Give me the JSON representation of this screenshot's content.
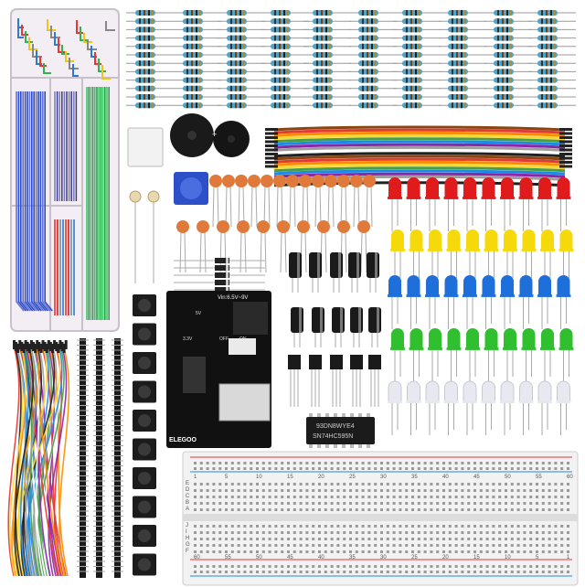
{
  "image": {
    "description_items": [
      {
        "name": "resistor-strips",
        "rows": 12,
        "columns": 10
      },
      {
        "name": "component-box"
      },
      {
        "name": "jumper-wire-bundle"
      },
      {
        "name": "pin-headers",
        "count": 3
      },
      {
        "name": "push-buttons",
        "count": 10
      },
      {
        "name": "power-module"
      },
      {
        "name": "ribbon-jumper-cable"
      },
      {
        "name": "leds",
        "colors": [
          "#e01b1b",
          "#f5d90a",
          "#1e6fd9",
          "#2fbf2f",
          "#e8e8f0"
        ],
        "per_row": 10
      },
      {
        "name": "breadboard"
      }
    ],
    "colors": {
      "resistor_body": "#4fa3c7",
      "ribbon": [
        "#8b4513",
        "#e53935",
        "#fb8c00",
        "#fdd835",
        "#43a047",
        "#1e88e5",
        "#8e24aa",
        "#9e9e9e",
        "#ffffff",
        "#212121"
      ],
      "capacitor": "#e07a3a",
      "module_board": "#111111",
      "breadboard": "#f2f2f2"
    }
  },
  "labels": {
    "buzzer_text": "+",
    "module_vin": "Vin:6.5V~9V",
    "module_brand": "ELEGOO",
    "module_5v": "5V",
    "module_3v3": "3.3V",
    "module_off": "OFF",
    "module_on": "ON",
    "chip_line1": "93DN8WYE4",
    "chip_line2": "SN74HC595N",
    "bb_top_numbers": [
      "1",
      "5",
      "10",
      "15",
      "20",
      "25",
      "30",
      "35",
      "40",
      "45",
      "50",
      "55",
      "60"
    ],
    "bb_bottom_numbers": [
      "60",
      "55",
      "50",
      "45",
      "40",
      "35",
      "30",
      "25",
      "20",
      "15",
      "10",
      "5",
      "1"
    ],
    "bb_letters_top": [
      "J",
      "I",
      "H",
      "G",
      "F"
    ],
    "bb_letters_bottom": [
      "E",
      "D",
      "C",
      "B",
      "A"
    ]
  }
}
